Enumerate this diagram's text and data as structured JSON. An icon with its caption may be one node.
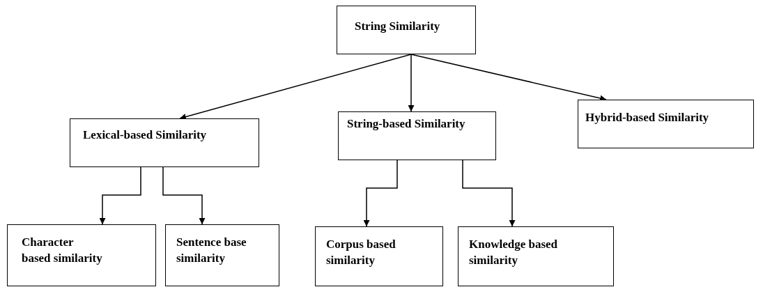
{
  "diagram": {
    "nodes": [
      {
        "text": [
          "String Similarity"
        ]
      },
      {
        "text": [
          "Lexical-based Similarity"
        ]
      },
      {
        "text": [
          "String-based Similarity"
        ]
      },
      {
        "text": [
          "Hybrid-based Similarity"
        ]
      },
      {
        "text": [
          "Character based similarity"
        ]
      },
      {
        "text": [
          "Sentence base similarity"
        ]
      },
      {
        "text": [
          "Corpus based similarity"
        ]
      },
      {
        "text": [
          "Knowledge based similarity"
        ]
      }
    ],
    "edges": [
      {
        "from": 0,
        "to": 1,
        "arrow": "to"
      },
      {
        "from": 0,
        "to": 2,
        "arrow": "to"
      },
      {
        "from": 0,
        "to": 3,
        "arrow": "to"
      },
      {
        "from": 1,
        "to": 4,
        "arrow": "to"
      },
      {
        "from": 1,
        "to": 5,
        "arrow": "to"
      },
      {
        "from": 2,
        "to": 6,
        "arrow": "to"
      },
      {
        "from": 2,
        "to": 7,
        "arrow": "to"
      }
    ]
  }
}
